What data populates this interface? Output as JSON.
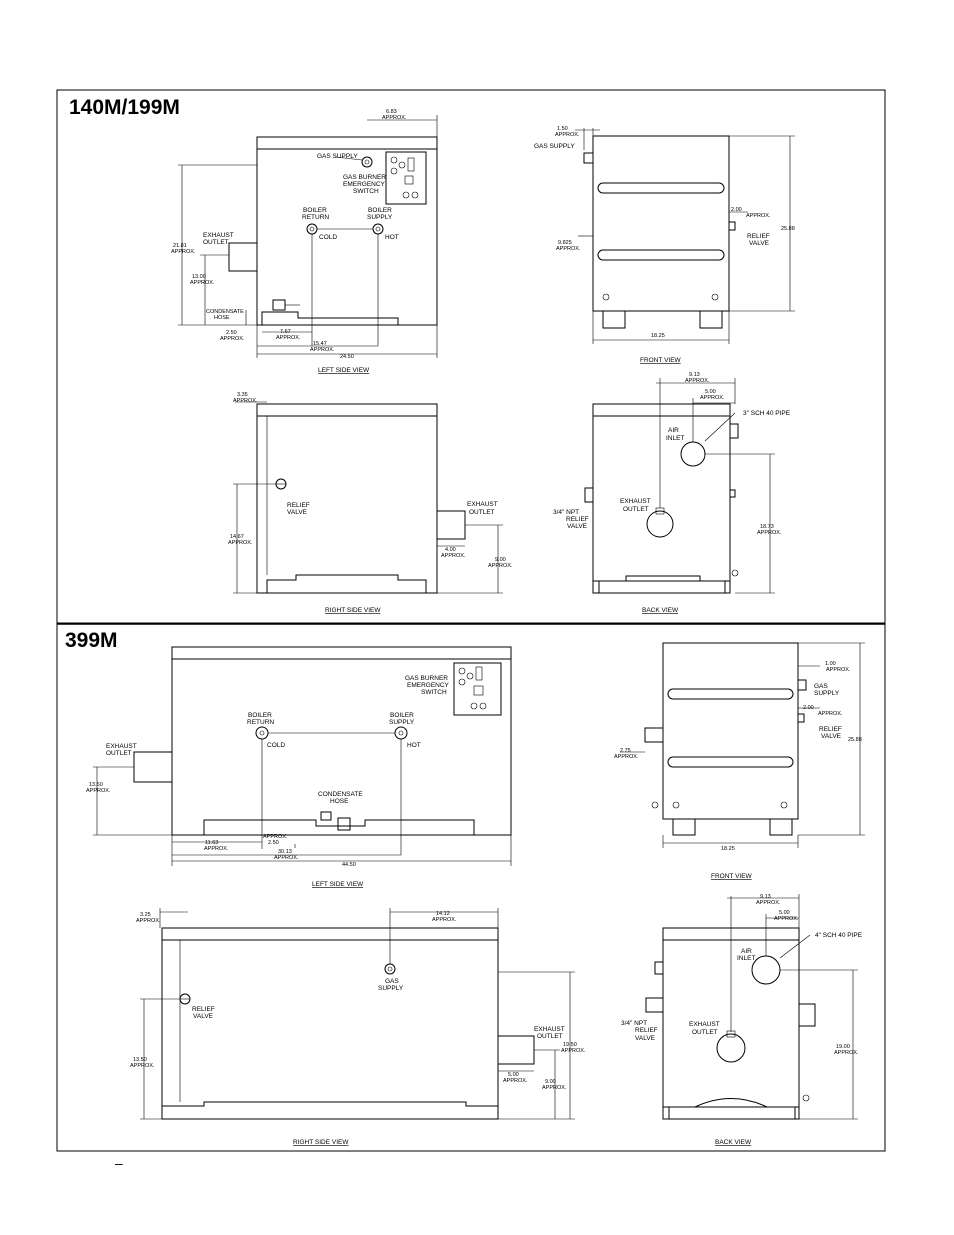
{
  "section_140": {
    "title": "140M/199M",
    "left_side": {
      "view_title": "LEFT SIDE VIEW",
      "gas_supply": "GAS SUPPLY",
      "burner_switch": [
        "GAS BURNER",
        "EMERGENCY",
        "SWITCH"
      ],
      "boiler_return": [
        "BOILER",
        "RETURN"
      ],
      "boiler_supply": [
        "BOILER",
        "SUPPLY"
      ],
      "cold": "COLD",
      "hot": "HOT",
      "exhaust_outlet": [
        "EXHAUST",
        "OUTLET"
      ],
      "condensate_hose": [
        "CONDENSATE",
        "HOSE"
      ],
      "dim_top": [
        "6.83",
        "APPROX."
      ],
      "dim_height": [
        "21.81",
        "APPROX."
      ],
      "dim_exhaust": [
        "13.00",
        "APPROX."
      ],
      "dim_condensate": [
        "2.50",
        "APPROX."
      ],
      "dim_return": [
        "7.67",
        "APPROX."
      ],
      "dim_supply": [
        "15.47",
        "APPROX."
      ],
      "dim_width": "24.50"
    },
    "front": {
      "view_title": "FRONT VIEW",
      "gas_supply": "GAS SUPPLY",
      "dim_gas": [
        "1.50",
        "APPROX."
      ],
      "dim_relief_h": [
        "2.00",
        "APPROX."
      ],
      "relief_valve": [
        "RELIEF",
        "VALVE"
      ],
      "dim_left": [
        "9.825",
        "APPROX."
      ],
      "dim_height": "25.88",
      "dim_width": "18.25"
    },
    "right_side": {
      "view_title": "RIGHT SIDE VIEW",
      "dim_top": [
        "3.35",
        "APPROX."
      ],
      "relief_valve": [
        "RELIEF",
        "VALVE"
      ],
      "exhaust_outlet": [
        "EXHAUST",
        "OUTLET"
      ],
      "dim_relief": [
        "14.67",
        "APPROX."
      ],
      "dim_exhaust_w": [
        "4.00",
        "APPROX."
      ],
      "dim_exhaust_h": [
        "9.00",
        "APPROX."
      ]
    },
    "back": {
      "view_title": "BACK VIEW",
      "dim_air_x": [
        "9.13",
        "APPROX."
      ],
      "dim_air_w": [
        "5.00",
        "APPROX."
      ],
      "pipe": "3\" SCH 40 PIPE",
      "air_inlet": [
        "AIR",
        "INLET"
      ],
      "exhaust_outlet": [
        "EXHAUST",
        "OUTLET"
      ],
      "npt": [
        "3/4\" NPT",
        "RELIEF",
        "VALVE"
      ],
      "dim_height": [
        "18.73",
        "APPROX."
      ]
    }
  },
  "section_399": {
    "title": "399M",
    "left_side": {
      "view_title": "LEFT SIDE VIEW",
      "burner_switch": [
        "GAS BURNER",
        "EMERGENCY",
        "SWITCH"
      ],
      "boiler_return": [
        "BOILER",
        "RETURN"
      ],
      "boiler_supply": [
        "BOILER",
        "SUPPLY"
      ],
      "cold": "COLD",
      "hot": "HOT",
      "exhaust_outlet": [
        "EXHAUST",
        "OUTLET"
      ],
      "condensate_hose": [
        "CONDENSATE",
        "HOSE"
      ],
      "dim_exhaust": [
        "13.50",
        "APPROX."
      ],
      "dim_return": [
        "11.63",
        "APPROX."
      ],
      "dim_condensate": [
        "APPROX.",
        "2.50"
      ],
      "dim_supply": [
        "30.13",
        "APPROX."
      ],
      "dim_width": "44.50"
    },
    "front": {
      "view_title": "FRONT VIEW",
      "dim_gas": [
        "1.00",
        "APPROX."
      ],
      "gas_supply": [
        "GAS",
        "SUPPLY"
      ],
      "dim_relief_h": [
        "2.00",
        "APPROX."
      ],
      "relief_valve": [
        "RELIEF",
        "VALVE"
      ],
      "dim_left": [
        "2.75",
        "APPROX."
      ],
      "dim_height": "25.88",
      "dim_width": "18.25"
    },
    "right_side": {
      "view_title": "RIGHT SIDE VIEW",
      "dim_top": [
        "3.25",
        "APPROX."
      ],
      "dim_gas": [
        "14.12",
        "APPROX."
      ],
      "gas_supply": [
        "GAS",
        "SUPPLY"
      ],
      "relief_valve": [
        "RELIEF",
        "VALVE"
      ],
      "exhaust_outlet": [
        "EXHAUST",
        "OUTLET"
      ],
      "dim_relief": [
        "13.50",
        "APPROX."
      ],
      "dim_exhaust_h1": [
        "19.50",
        "APPROX."
      ],
      "dim_exhaust_w": [
        "5.00",
        "APPROX."
      ],
      "dim_exhaust_h2": [
        "9.00",
        "APPROX."
      ]
    },
    "back": {
      "view_title": "BACK VIEW",
      "dim_air_x": [
        "9.13",
        "APPROX."
      ],
      "dim_air_w": [
        "5.00",
        "APPROX."
      ],
      "pipe": "4\" SCH 40 PIPE",
      "air_inlet": [
        "AIR",
        "INLET"
      ],
      "exhaust_outlet": [
        "EXHAUST",
        "OUTLET"
      ],
      "npt": [
        "3/4\" NPT",
        "RELIEF",
        "VALVE"
      ],
      "dim_height": [
        "19.00",
        "APPROX."
      ]
    }
  },
  "footer_mark": "–"
}
